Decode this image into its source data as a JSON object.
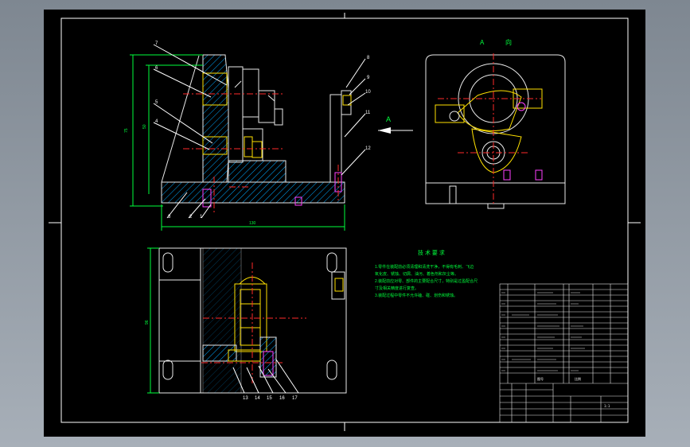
{
  "view_label": {
    "letter": "A",
    "word": "向"
  },
  "arrow_label": "A",
  "tech_title": "技 术 要 求",
  "tech_lines": [
    "1.零件在装配前必须清理和清洗干净，不得有毛刺、飞边",
    "  氧化皮、锈蚀、切屑、油污、着色剂和灰尘等。",
    "2.装配前应对零、部件的主要配合尺寸，特别是过盈配合尺",
    "  寸及相关精度进行复查。",
    "3.装配过程中零件不允许磕、碰、划伤和锈蚀。"
  ],
  "callouts_top": [
    "7",
    "6",
    "5",
    "4",
    "3",
    "2",
    "1"
  ],
  "callouts_right": [
    "8",
    "9",
    "10",
    "11",
    "12"
  ],
  "callouts_bottom": [
    "13",
    "14",
    "15",
    "16",
    "17"
  ],
  "dims": {
    "overall_height": "75",
    "inner_height": "50",
    "width": "130",
    "bottom_height": "96"
  },
  "title_block": {
    "sheet_label": "图号",
    "scale_label": "比例",
    "ratio": "1:1"
  },
  "colors": {
    "frame": "#ffffff",
    "part": "#e9e9e9",
    "hatch": "#00a8ff",
    "center": "#ff2a2a",
    "dim": "#00ff3c",
    "yellow": "#ffe100",
    "magenta": "#ff40ff",
    "text": "#ffffff"
  }
}
